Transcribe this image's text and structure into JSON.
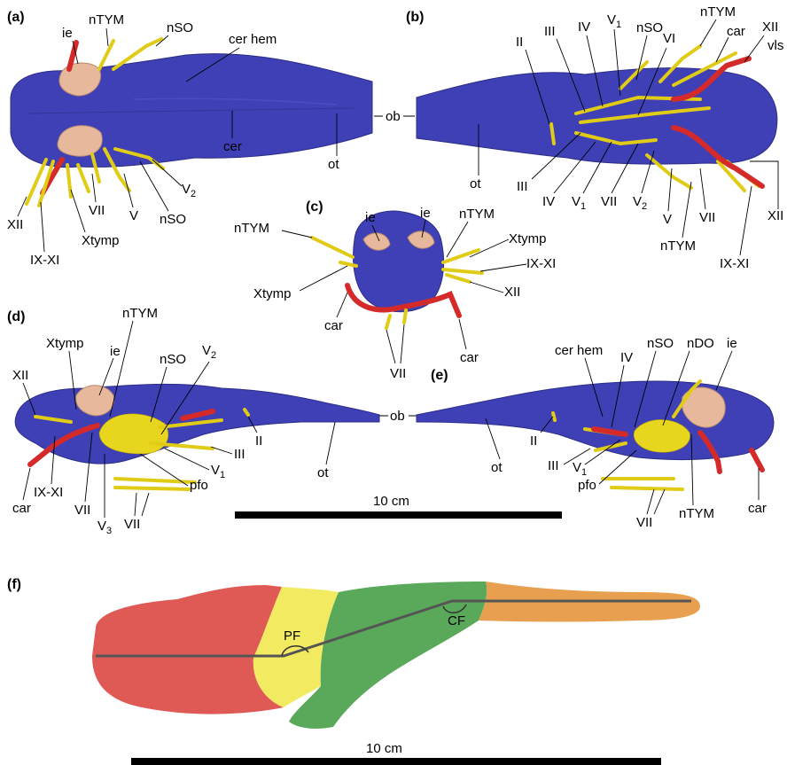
{
  "panels": {
    "a": {
      "tag": "(a)",
      "labels": {
        "ie": "ie",
        "ntym": "nTYM",
        "nso": "nSO",
        "cer_hem": "cer hem",
        "cer": "cer",
        "ot": "ot",
        "v2": "V",
        "v2_sub": "2",
        "nso2": "nSO",
        "v": "V",
        "vii": "VII",
        "xtymp": "Xtymp",
        "xii": "XII",
        "ixxi": "IX-XI"
      }
    },
    "b": {
      "tag": "(b)",
      "labels": {
        "ii": "II",
        "iii": "III",
        "iv": "IV",
        "v1": "V",
        "v1_sub": "1",
        "nso": "nSO",
        "ntym": "nTYM",
        "car": "car",
        "xii": "XII",
        "vls": "vls",
        "vi": "VI",
        "ot": "ot",
        "iii2": "III",
        "iv2": "IV",
        "v1b": "V",
        "v1b_sub": "1",
        "vii": "VII",
        "v2": "V",
        "v2_sub": "2",
        "v": "V",
        "vii2": "VII",
        "ntym2": "nTYM",
        "ixxi": "IX-XI",
        "xii2": "XII"
      }
    },
    "ob": "ob",
    "c": {
      "tag": "(c)",
      "labels": {
        "ie1": "ie",
        "ie2": "ie",
        "ntym_l": "nTYM",
        "ntym_r": "nTYM",
        "xtymp_r": "Xtymp",
        "ixxi": "IX-XI",
        "xii": "XII",
        "xtymp_l": "Xtymp",
        "car_l": "car",
        "car_r": "car",
        "vii": "VII"
      }
    },
    "d": {
      "tag": "(d)",
      "labels": {
        "ntym": "nTYM",
        "xtymp": "Xtymp",
        "ie": "ie",
        "nso": "nSO",
        "v2": "V",
        "v2_sub": "2",
        "xii": "XII",
        "ii": "II",
        "iii": "III",
        "v1": "V",
        "v1_sub": "1",
        "pfo": "pfo",
        "vii": "VII",
        "v3": "V",
        "v3_sub": "3",
        "vii2": "VII",
        "car": "car",
        "ixxi": "IX-XI",
        "ot": "ot"
      }
    },
    "ob2": "ob",
    "e": {
      "tag": "(e)",
      "labels": {
        "cer_hem": "cer hem",
        "iv": "IV",
        "nso": "nSO",
        "ndo": "nDO",
        "ie": "ie",
        "ii": "II",
        "iii": "III",
        "v1": "V",
        "v1_sub": "1",
        "pfo": "pfo",
        "ntym": "nTYM",
        "car": "car",
        "vii": "VII",
        "ot": "ot"
      }
    },
    "scale1": "10 cm",
    "f": {
      "tag": "(f)",
      "labels": {
        "pf": "PF",
        "cf": "CF"
      },
      "scale": "10 cm"
    }
  },
  "colors": {
    "brain": "#3f40b5",
    "nerve": "#e8d51e",
    "artery": "#d42a2a",
    "inner_ear": "#e8b89c",
    "region_red": "#e05a55",
    "region_yellow": "#f2ea60",
    "region_green": "#5aa85a",
    "region_orange": "#e8a050"
  }
}
